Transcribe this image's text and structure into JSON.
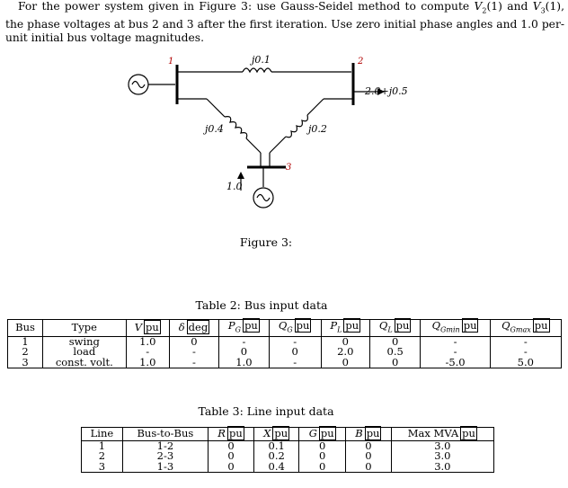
{
  "problem": {
    "line1_a": "For the power system given in Figure 3: use Gauss-Seidel method to compute ",
    "v2": "V",
    "v2_sub": "2",
    "v2_arg": "(1) and ",
    "v3": "V",
    "v3_sub": "3",
    "v3_arg": "(1),",
    "rest": "the phase voltages at bus 2 and 3 after the first iteration. Use zero initial phase angles and 1.0 per-unit initial bus voltage magnitudes."
  },
  "figure": {
    "bus1_label": "1",
    "bus2_label": "2",
    "bus3_label": "3",
    "line12_label": "j0.1",
    "line13_label": "j0.4",
    "line23_label": "j0.2",
    "load_label": "2.0+j0.5",
    "gen3_label": "1.0",
    "caption": "Figure 3:"
  },
  "table2": {
    "caption": "Table 2: Bus input data",
    "headers": [
      "Bus",
      "Type",
      "V",
      "δ",
      "P",
      "Q",
      "P",
      "Q",
      "Q",
      "Q"
    ],
    "header_units": [
      "",
      "",
      "pu",
      "deg",
      "pu",
      "pu",
      "pu",
      "pu",
      "pu",
      "pu"
    ],
    "header_subs": [
      "",
      "",
      "",
      "",
      "G",
      "G",
      "L",
      "L",
      "Gmin",
      "Gmax"
    ],
    "rows": [
      [
        "1",
        "swing",
        "1.0",
        "0",
        "-",
        "-",
        "0",
        "0",
        "-",
        "-"
      ],
      [
        "2",
        "load",
        "-",
        "-",
        "0",
        "0",
        "2.0",
        "0.5",
        "-",
        "-"
      ],
      [
        "3",
        "const. volt.",
        "1.0",
        "-",
        "1.0",
        "-",
        "0",
        "0",
        "-5.0",
        "5.0"
      ]
    ]
  },
  "table3": {
    "caption": "Table 3: Line input data",
    "headers": [
      "Line",
      "Bus-to-Bus",
      "R",
      "X",
      "G",
      "B",
      "Max MVA"
    ],
    "header_units": [
      "",
      "",
      "pu",
      "pu",
      "pu",
      "pu",
      "pu"
    ],
    "rows": [
      [
        "1",
        "1-2",
        "0",
        "0.1",
        "0",
        "0",
        "3.0"
      ],
      [
        "2",
        "2-3",
        "0",
        "0.2",
        "0",
        "0",
        "3.0"
      ],
      [
        "3",
        "1-3",
        "0",
        "0.4",
        "0",
        "0",
        "3.0"
      ]
    ]
  }
}
